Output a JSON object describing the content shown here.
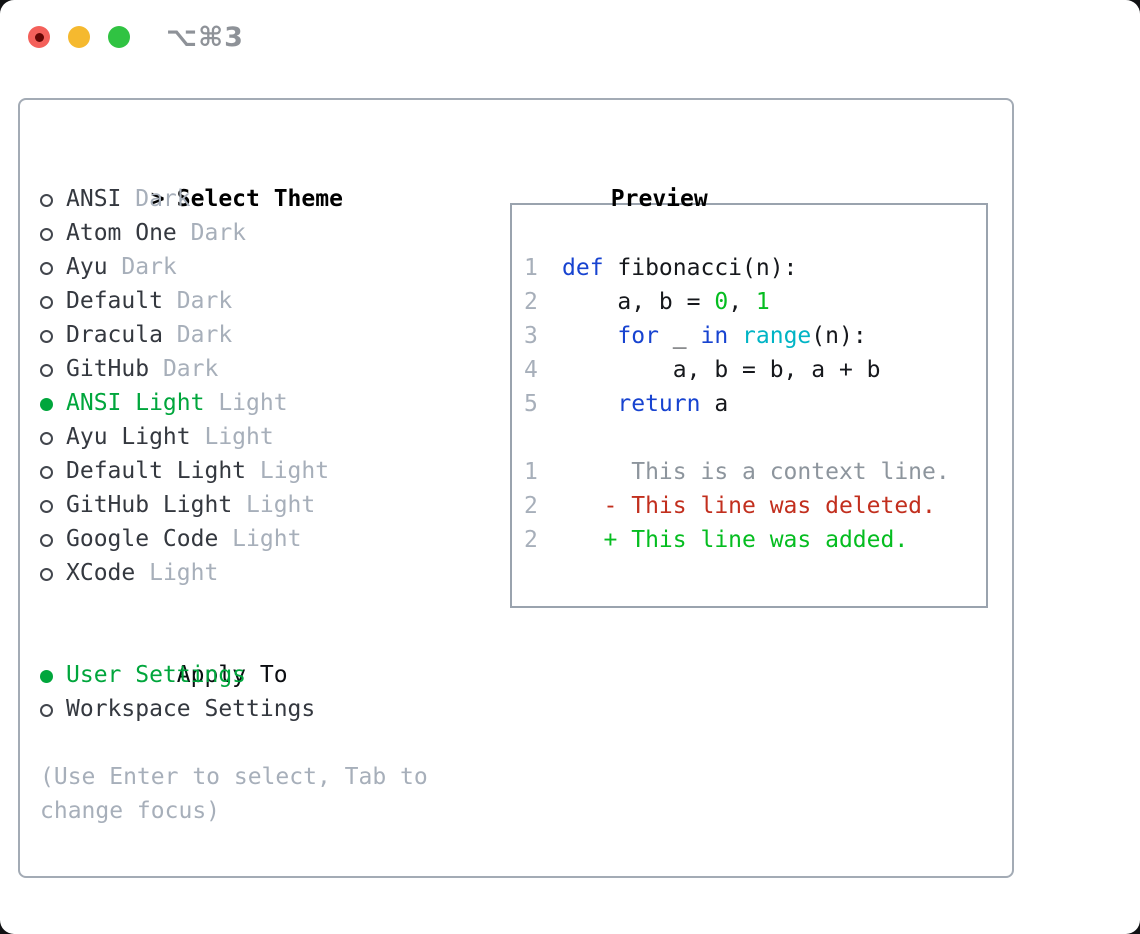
{
  "window": {
    "shortcut": "⌥⌘3"
  },
  "colors": {
    "selected_green": "#00a63c",
    "keyword_blue": "#1743d0",
    "builtin_cyan": "#00b4c5",
    "literal_green": "#05bd20",
    "added_green": "#05bd20",
    "deleted_red": "#c22f1e",
    "context_gray": "#8d959d",
    "line_number_gray": "#a7afba",
    "muted_gray": "#a7afba",
    "text_dark": "#34383f",
    "code_text": "#16181c"
  },
  "theme_panel": {
    "title_prefix": ">",
    "title": "Select Theme",
    "items": [
      {
        "name": "ANSI",
        "variant": "Dark",
        "selected": false
      },
      {
        "name": "Atom One",
        "variant": "Dark",
        "selected": false
      },
      {
        "name": "Ayu",
        "variant": "Dark",
        "selected": false
      },
      {
        "name": "Default",
        "variant": "Dark",
        "selected": false
      },
      {
        "name": "Dracula",
        "variant": "Dark",
        "selected": false
      },
      {
        "name": "GitHub",
        "variant": "Dark",
        "selected": false
      },
      {
        "name": "ANSI Light",
        "variant": "Light",
        "selected": true
      },
      {
        "name": "Ayu Light",
        "variant": "Light",
        "selected": false
      },
      {
        "name": "Default Light",
        "variant": "Light",
        "selected": false
      },
      {
        "name": "GitHub Light",
        "variant": "Light",
        "selected": false
      },
      {
        "name": "Google Code",
        "variant": "Light",
        "selected": false
      },
      {
        "name": "XCode",
        "variant": "Light",
        "selected": false
      }
    ],
    "apply_to": {
      "title": "Apply To",
      "options": [
        {
          "label": "User Settings",
          "selected": true
        },
        {
          "label": "Workspace Settings",
          "selected": false
        }
      ]
    },
    "hint": "(Use Enter to select, Tab to change focus)"
  },
  "preview": {
    "title": "Preview",
    "code_lines": [
      {
        "num": "1",
        "tokens": [
          {
            "text": "def",
            "color": "keyword"
          },
          {
            "text": " fibonacci(n):",
            "color": "fg"
          }
        ]
      },
      {
        "num": "2",
        "tokens": [
          {
            "text": "    a, b = ",
            "color": "fg"
          },
          {
            "text": "0",
            "color": "literal"
          },
          {
            "text": ", ",
            "color": "fg"
          },
          {
            "text": "1",
            "color": "literal"
          }
        ]
      },
      {
        "num": "3",
        "tokens": [
          {
            "text": "    ",
            "color": "fg"
          },
          {
            "text": "for",
            "color": "keyword"
          },
          {
            "text": " _ ",
            "color": "fg"
          },
          {
            "text": "in",
            "color": "keyword"
          },
          {
            "text": " ",
            "color": "fg"
          },
          {
            "text": "range",
            "color": "builtin"
          },
          {
            "text": "(n):",
            "color": "fg"
          }
        ]
      },
      {
        "num": "4",
        "tokens": [
          {
            "text": "        a, b = b, a + b",
            "color": "fg"
          }
        ]
      },
      {
        "num": "5",
        "tokens": [
          {
            "text": "    ",
            "color": "fg"
          },
          {
            "text": "return",
            "color": "keyword"
          },
          {
            "text": " a",
            "color": "fg"
          }
        ]
      },
      {
        "num": "",
        "tokens": []
      },
      {
        "num": "1",
        "tokens": [
          {
            "text": "     This is a context line.",
            "color": "context"
          }
        ]
      },
      {
        "num": "2",
        "tokens": [
          {
            "text": "   - This line was deleted.",
            "color": "deleted"
          }
        ]
      },
      {
        "num": "2",
        "tokens": [
          {
            "text": "   + This line was added.",
            "color": "added"
          }
        ]
      }
    ]
  }
}
